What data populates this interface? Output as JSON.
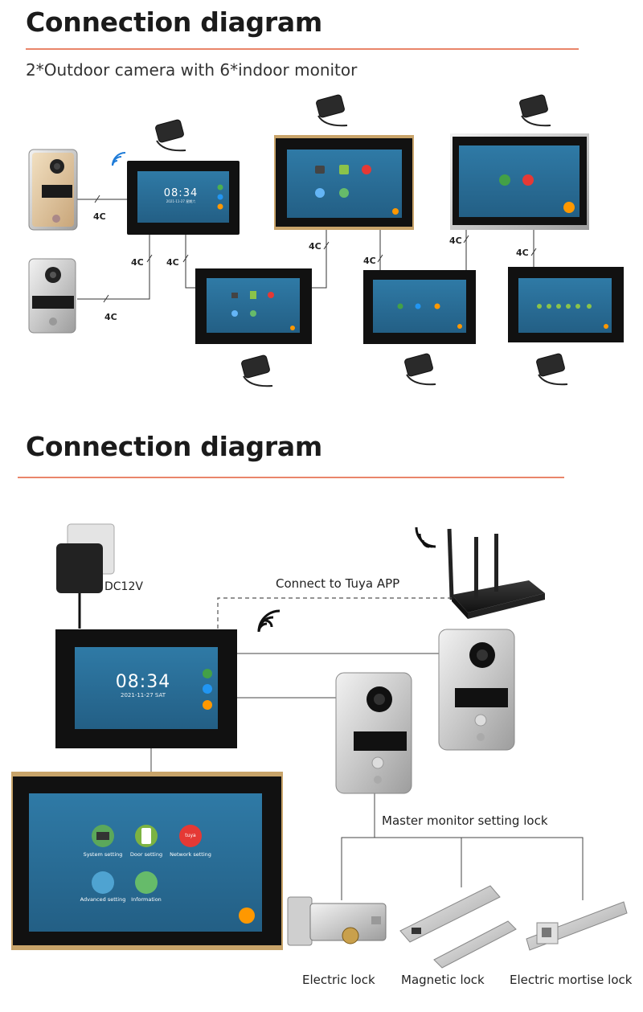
{
  "section1": {
    "title": "Connection diagram",
    "subtitle": "2*Outdoor camera with 6*indoor monitor",
    "wire_label": "4C",
    "monitor1_time": "08:34",
    "monitor1_date": "2021-11-27  星期六"
  },
  "section2": {
    "title": "Connection diagram",
    "power_label": "DC12V",
    "app_label": "Connect to Tuya APP",
    "monitor_time": "08:34",
    "monitor_date": "2021-11-27  SAT",
    "menu": {
      "system": "System setting",
      "door": "Door setting",
      "network": "Network setting",
      "advanced": "Advanced setting",
      "information": "Information",
      "tuya": "tuya"
    },
    "lock_label": "Master monitor setting lock",
    "locks": [
      "Electric lock",
      "Magnetic lock",
      "Electric mortise lock"
    ]
  },
  "colors": {
    "accent_rule": "#e9856a",
    "screen_blue": "#2a6e96",
    "gold_trim": "#c8a46a"
  }
}
